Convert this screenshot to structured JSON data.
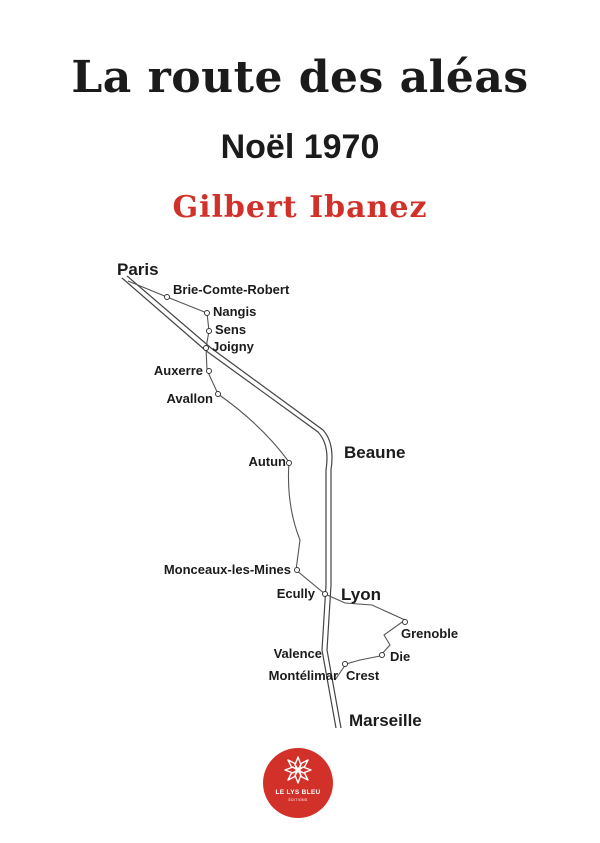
{
  "cover": {
    "title": "La route des aléas",
    "subtitle": "Noël 1970",
    "author": "Gilbert Ibanez",
    "author_color": "#d2312a"
  },
  "map": {
    "places": {
      "paris": "Paris",
      "brie": "Brie-Comte-Robert",
      "nangis": "Nangis",
      "sens": "Sens",
      "joigny": "Joigny",
      "auxerre": "Auxerre",
      "avallon": "Avallon",
      "beaune": "Beaune",
      "autun": "Autun",
      "monceaux": "Monceaux-les-Mines",
      "ecully": "Ecully",
      "lyon": "Lyon",
      "grenoble": "Grenoble",
      "valence": "Valence",
      "die": "Die",
      "montelimar": "Montélimar",
      "crest": "Crest",
      "marseille": "Marseille"
    }
  },
  "publisher": {
    "name": "LE LYS BLEU",
    "sub": "ÉDITIONS",
    "logo_icon": "lily-flower-icon"
  }
}
